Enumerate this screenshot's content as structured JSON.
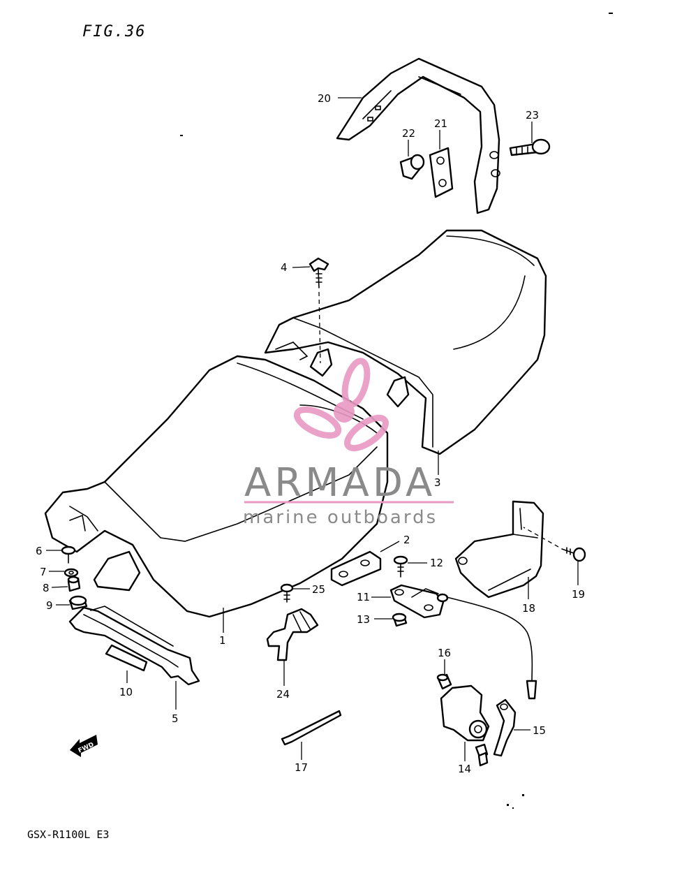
{
  "figure": {
    "title": "FIG.36",
    "model": "GSX-R1100L E3"
  },
  "watermark": {
    "brand": "ARMADA",
    "tagline": "marine outboards",
    "accent_color": "#e899c4",
    "text_color": "#8a8a8a"
  },
  "arrow": {
    "label": "FWD"
  },
  "callouts": [
    "1",
    "2",
    "3",
    "4",
    "5",
    "6",
    "7",
    "8",
    "9",
    "10",
    "11",
    "12",
    "13",
    "14",
    "15",
    "16",
    "17",
    "18",
    "19",
    "20",
    "21",
    "22",
    "23",
    "24",
    "25"
  ]
}
